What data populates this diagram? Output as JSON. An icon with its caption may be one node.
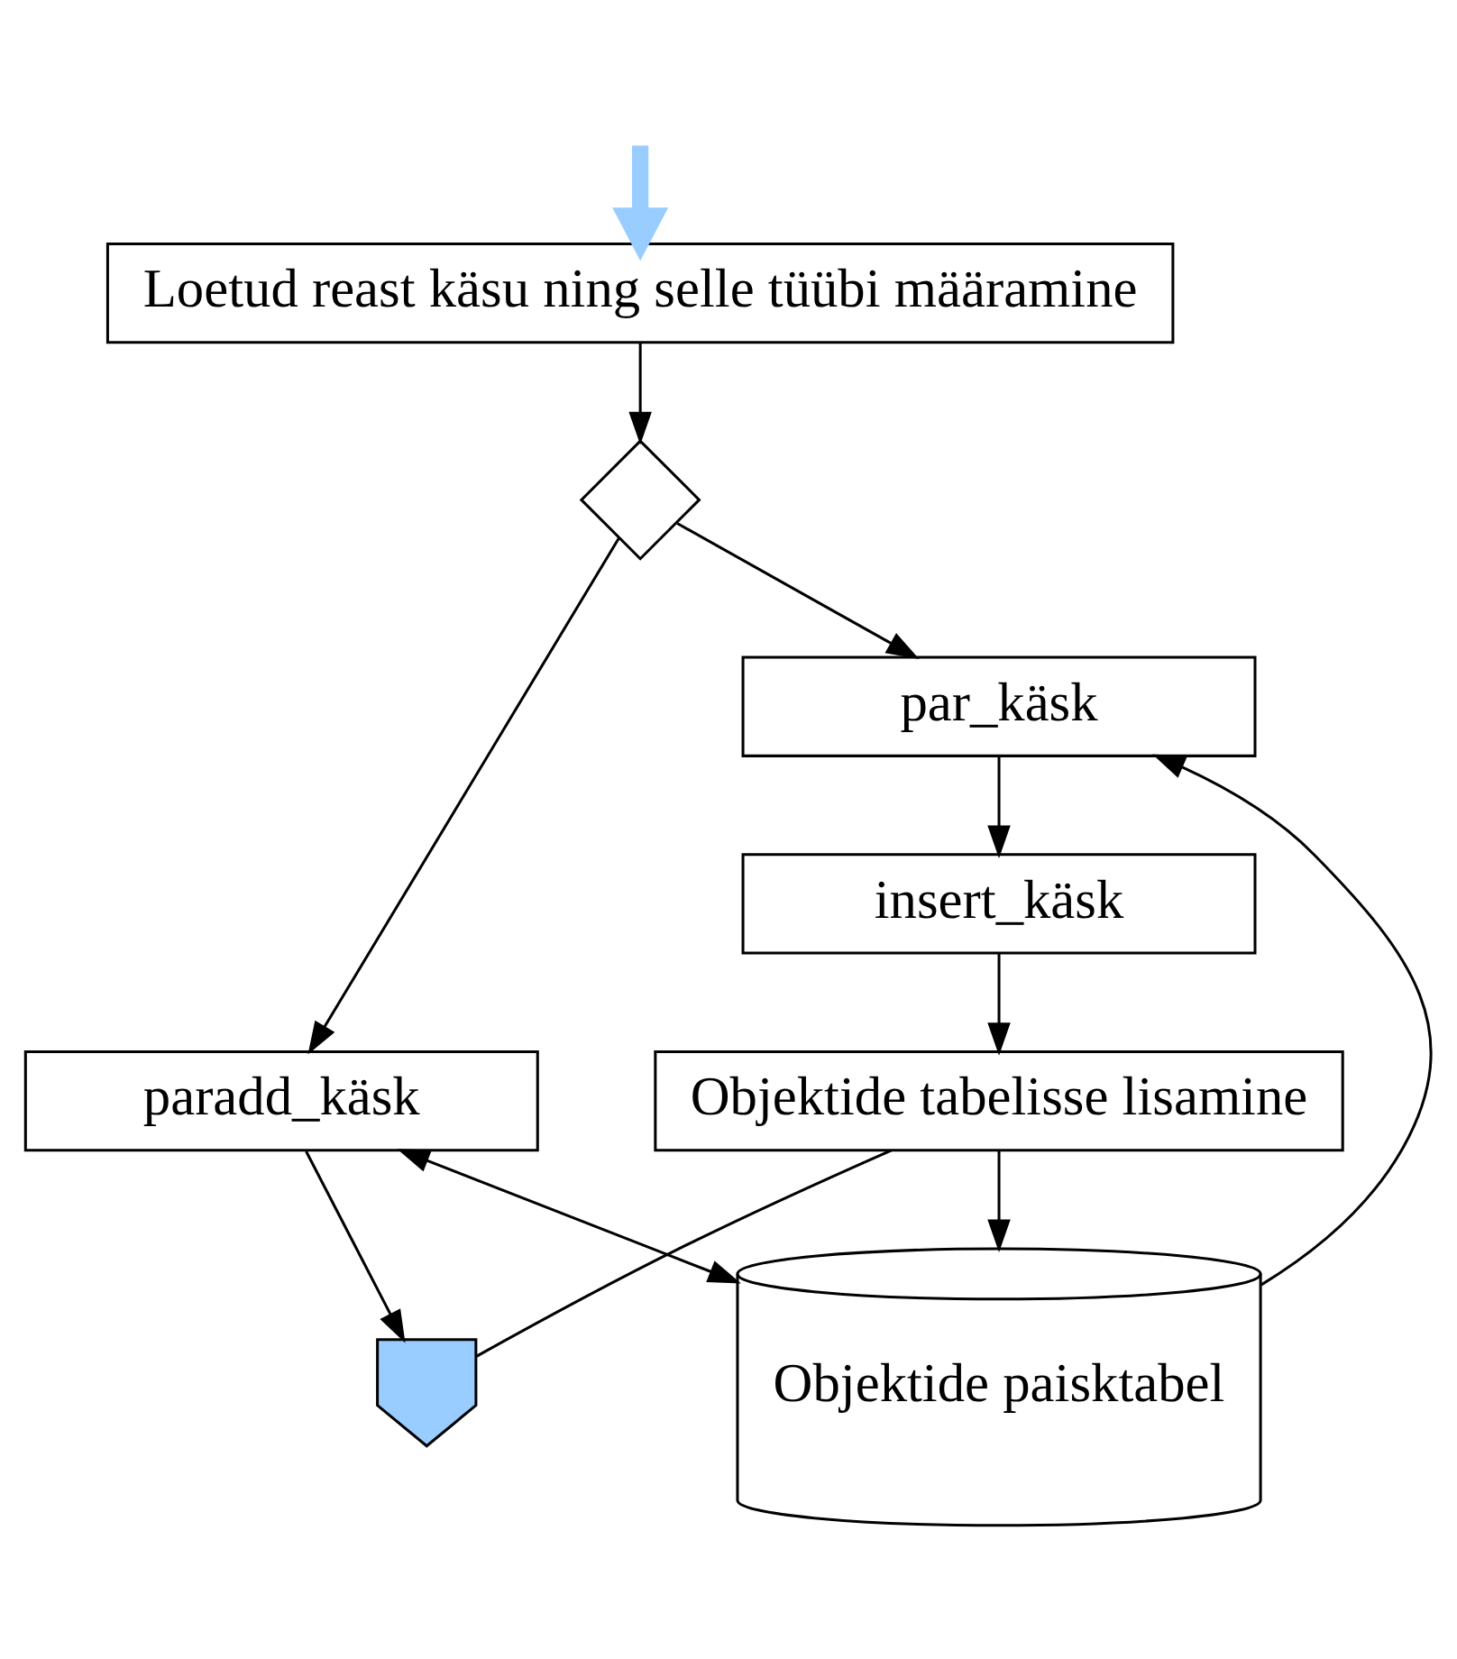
{
  "diagram": {
    "nodes": [
      {
        "text": [
          "Loetud reast käsu ning selle tüübi määramine"
        ]
      },
      {
        "text": [],
        "shape": "diamond"
      },
      {
        "text": [
          "par_käsk"
        ]
      },
      {
        "text": [
          "paradd_käsk"
        ]
      },
      {
        "text": [
          "insert_käsk"
        ]
      },
      {
        "text": [
          "Objektide tabelisse lisamine"
        ]
      },
      {
        "text": [
          "Objektide paisktabel"
        ]
      },
      {
        "text": [],
        "shape": "arrow"
      }
    ],
    "edges": [
      {
        "from": null,
        "to": 0,
        "arrow": "to",
        "style": "thick",
        "color": "#99ccff"
      },
      {
        "from": 0,
        "to": 1,
        "arrow": "to"
      },
      {
        "from": 1,
        "to": 2,
        "arrow": "to"
      },
      {
        "from": 1,
        "to": 3,
        "arrow": "to"
      },
      {
        "from": 2,
        "to": 4,
        "arrow": "to"
      },
      {
        "from": 4,
        "to": 5,
        "arrow": "to"
      },
      {
        "from": 5,
        "to": 6,
        "arrow": "to"
      },
      {
        "from": 6,
        "to": 2,
        "arrow": "to"
      },
      {
        "from": 3,
        "to": 6,
        "arrow": "both"
      },
      {
        "from": 3,
        "to": 7,
        "arrow": "to"
      },
      {
        "from": 5,
        "to": 7,
        "arrow": "none"
      }
    ]
  }
}
